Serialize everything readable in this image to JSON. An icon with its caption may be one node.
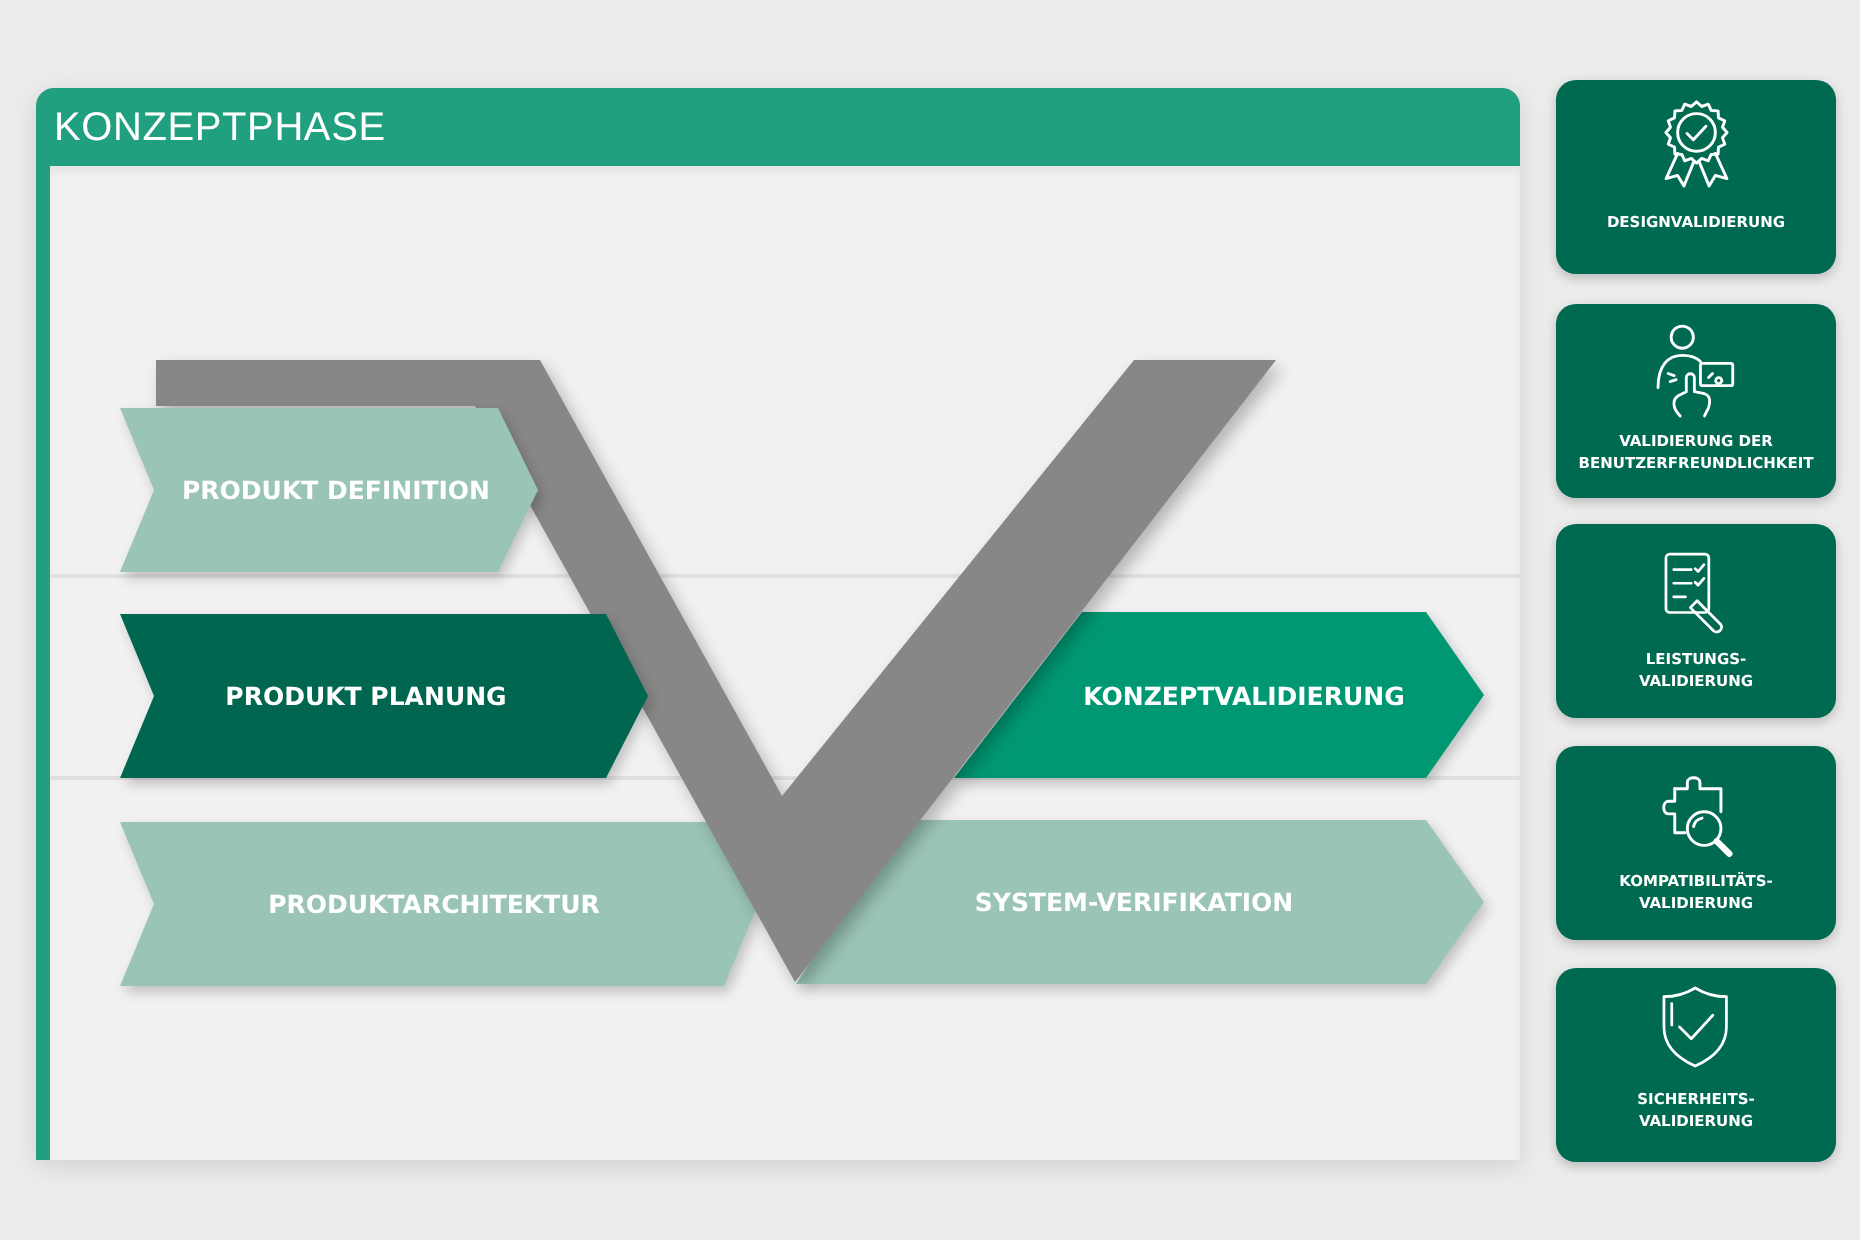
{
  "diagram": {
    "nodes": [
      {
        "text": [
          "KONZEPTPHASE"
        ]
      },
      {
        "text": [],
        "shape": "v",
        "in": 0
      },
      {
        "text": [
          "PRODUKT DEFINITION"
        ],
        "in": 0
      },
      {
        "text": [
          "PRODUKT PLANUNG"
        ],
        "in": 0
      },
      {
        "text": [
          "KONZEPTVALIDIERUNG"
        ],
        "in": 0
      },
      {
        "text": [
          "PRODUKTARCHITEKTUR"
        ],
        "in": 0
      },
      {
        "text": [
          "SYSTEM-VERIFIKATION"
        ],
        "in": 0
      },
      {
        "text": [
          "DESIGNVALIDIERUNG"
        ]
      },
      {
        "text": [
          "VALIDIERUNG DER BENUTZERFREUNDLICHKEIT"
        ]
      },
      {
        "text": [
          "LEISTUNGS- VALIDIERUNG"
        ]
      },
      {
        "text": [
          "KOMPATIBILITÄTS- VALIDIERUNG"
        ]
      },
      {
        "text": [
          "SICHERHEITS- VALIDIERUNG"
        ]
      }
    ]
  }
}
